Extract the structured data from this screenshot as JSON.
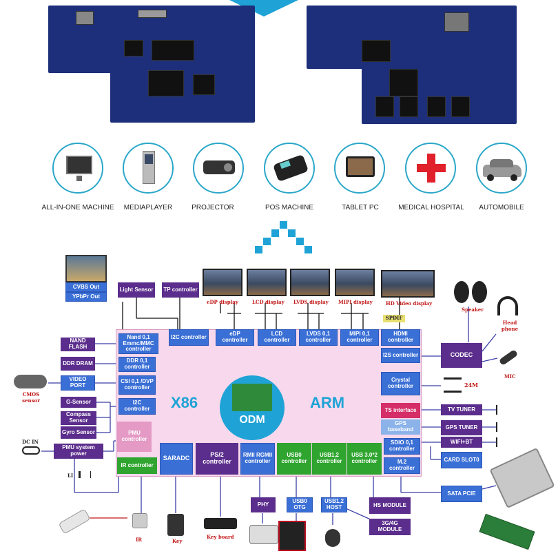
{
  "applications": [
    {
      "label": "ALL-IN-ONE MACHINE",
      "icon": "all-in-one-computer-icon"
    },
    {
      "label": "MEDIAPLAYER",
      "icon": "kiosk-icon"
    },
    {
      "label": "PROJECTOR",
      "icon": "projector-icon"
    },
    {
      "label": "POS MACHINE",
      "icon": "pos-terminal-icon"
    },
    {
      "label": "TABLET PC",
      "icon": "tablet-icon"
    },
    {
      "label": "MEDICAL HOSPITAL",
      "icon": "medical-cross-icon"
    },
    {
      "label": "AUTOMOBILE",
      "icon": "car-icon"
    }
  ],
  "center": {
    "left": "X86",
    "right": "ARM",
    "logo": "ODM"
  },
  "top_outputs": {
    "cvbs": "CVBS Out",
    "ypbpr": "YPbPr Out",
    "light_sensor": "Light Sensor",
    "tp_controller": "TP controller",
    "edp_display": "eDP display",
    "lcd_display": "LCD display",
    "lvds_display": "LVDS display",
    "mipi_display": "MIPI display",
    "hd_video_display": "HD Video display",
    "spdif": "SPDIF"
  },
  "inner_top": {
    "i2c": "I2C controller",
    "edp": "eDP controller",
    "lcd": "LCD controller",
    "lvds": "LVDS 0,1 controller",
    "mipi": "MIPI 0,1 controller",
    "hdmi": "HDMI controller"
  },
  "inner_left": {
    "nand": "Nand 0,1 Emmc/MMC controller",
    "ddr": "DDR 0,1 controller",
    "csi": "CSI 0,1 /DVP controller",
    "i2c": "I2C controller",
    "pmu": "PMU controller",
    "ir": "IR controller"
  },
  "inner_bottom": {
    "saradc": "SARADC",
    "ps2": "PS/2 controller",
    "rmii": "RMII RGMII controller",
    "usb0": "USB0 controller",
    "usb12": "USB1,2 controller",
    "usb3": "USB 3.0*2 controller"
  },
  "inner_right": {
    "i2s": "I2S controller",
    "crystal": "Crystal controller",
    "ts": "TS interface",
    "gps": "GPS baseband",
    "sdio": "SDIO 0,1 controller",
    "m2": "M.2 controller"
  },
  "left_external": {
    "nand_flash": "NAND FLASH",
    "ddr_dram": "DDR DRAM",
    "video_port": "VIDEO PORT",
    "cmos": "CMOS sensor",
    "g_sensor": "G-Sensor",
    "compass": "Compass Sensor",
    "gyro": "Gyro Sensor",
    "pmu_power": "PMU system power",
    "dc_in": "DC IN",
    "li": "LI"
  },
  "right_external": {
    "speaker": "Speaker",
    "headphone": "Head phone",
    "codec": "CODEC",
    "mic": "MIC",
    "crystal_freq": "24M",
    "tv_tuner": "TV TUNER",
    "gps_tuner": "GPS TUNER",
    "wifi_bt": "WIFI+BT",
    "card_slot": "CARD SLOT0",
    "sata_pcie": "SATA PCIE"
  },
  "bottom_external": {
    "ir": "IR",
    "key": "Key",
    "keyboard": "Key board",
    "phy": "PHY",
    "usb0_otg": "USB0 OTG",
    "usb12_host": "USB1,2 HOST",
    "hs_module": "HS MODULE",
    "module_3g4g": "3G/4G MODULE"
  },
  "colors": {
    "purple": "#5b2d8c",
    "blue": "#3a6fd6",
    "green": "#2fa52f",
    "pink": "#d42d68",
    "board": "#f7d8ec",
    "accent": "#1fa3d6"
  }
}
